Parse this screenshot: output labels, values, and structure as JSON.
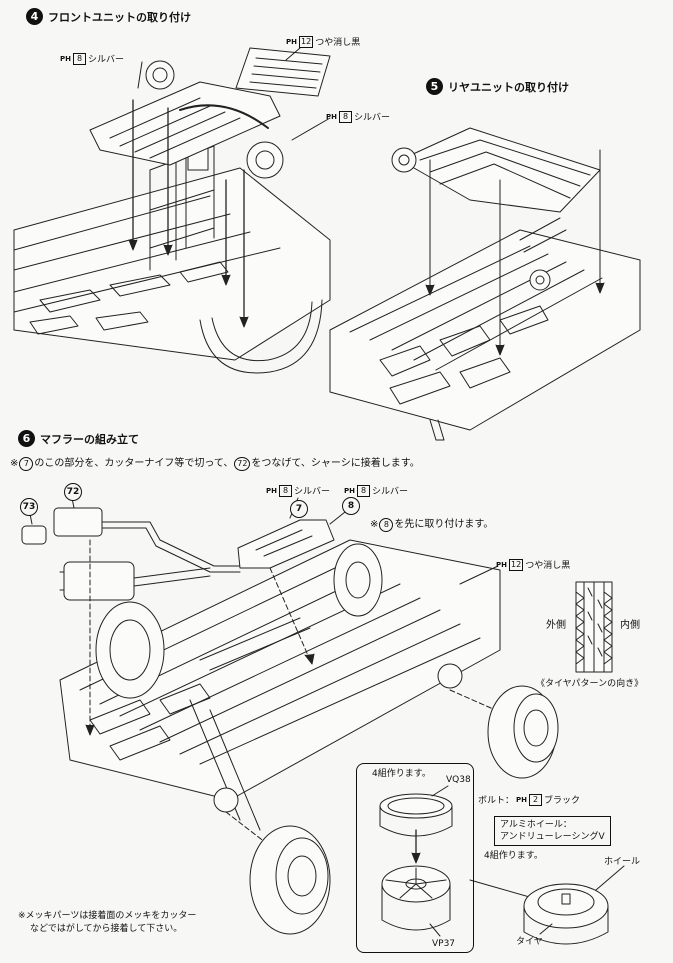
{
  "steps": {
    "s4": {
      "number": "4",
      "title": "フロントユニットの取り付け"
    },
    "s5": {
      "number": "5",
      "title": "リヤユニットの取り付け"
    },
    "s6": {
      "number": "6",
      "title": "マフラーの組み立て"
    }
  },
  "paint": {
    "ph": "PH",
    "c12": "12",
    "c8": "8",
    "c2": "2",
    "flat_black": "つや消し黒",
    "silver": "シルバー",
    "black": "ブラック"
  },
  "notes": {
    "muffler_note_mark": "※",
    "muffler_note_num1": "7",
    "muffler_note_a": "のこの部分を、カッターナイフ等で切って、",
    "muffler_note_num2": "72",
    "muffler_note_b": "をつなげて、シャーシに接着します。",
    "first_attach_mark": "※",
    "first_attach_num": "8",
    "first_attach_text": "を先に取り付けます。",
    "plating_line1": "※メッキパーツは接着面のメッキをカッター",
    "plating_line2": "などではがしてから接着して下さい。"
  },
  "parts": {
    "p73": "73",
    "p72": "72",
    "p7": "7",
    "p8": "8"
  },
  "tire": {
    "outer": "外側",
    "inner": "内側",
    "caption": "《タイヤパターンの向き》"
  },
  "wheel": {
    "make4_left": "4組作ります。",
    "vq38": "VQ38",
    "vp37": "VP37",
    "bolt": "ボルト：",
    "alu_line1": "アルミホイール：",
    "alu_line2": "アンドリューレーシングV",
    "make4_right": "4組作ります。",
    "wheel_label": "ホイール",
    "tire_label": "タイヤ"
  }
}
